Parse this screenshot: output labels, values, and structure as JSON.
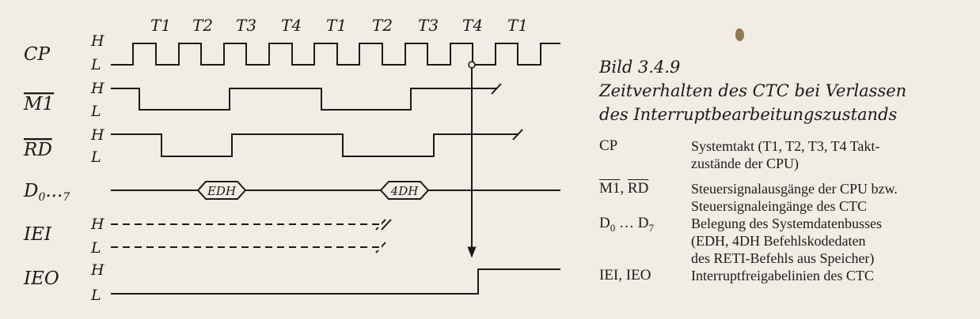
{
  "diagram": {
    "phase_labels": [
      "T1",
      "T2",
      "T3",
      "T4",
      "T1",
      "T2",
      "T3",
      "T4",
      "T1"
    ],
    "level_high": "H",
    "level_low": "L",
    "signals": [
      {
        "id": "cp",
        "label": "CP",
        "overline": false
      },
      {
        "id": "m1",
        "label": "M1",
        "overline": true
      },
      {
        "id": "rd",
        "label": "RD",
        "overline": true
      },
      {
        "id": "d",
        "label_main": "D",
        "sub0": "0",
        "dots": "...",
        "sub7": "7"
      },
      {
        "id": "iei",
        "label": "IEI",
        "overline": false
      },
      {
        "id": "ieo",
        "label": "IEO",
        "overline": false
      }
    ],
    "bus_values": [
      "EDH",
      "4DH"
    ]
  },
  "caption": {
    "figure_number": "Bild 3.4.9",
    "title_line1": "Zeitverhalten des CTC bei Verlassen",
    "title_line2": "des Interruptbearbeitungszustands"
  },
  "legend": [
    {
      "term": "CP",
      "desc": [
        "Systemtakt (T1, T2, T3, T4 Takt-",
        "zustände der CPU)"
      ]
    },
    {
      "term_a": "M1",
      "term_sep": ", ",
      "term_b": "RD",
      "desc": [
        "Steuersignalausgänge der CPU bzw.",
        "Steuersignaleingänge des CTC"
      ]
    },
    {
      "term_d": "D",
      "term_sub0": "0",
      "term_dots": " … ",
      "term_sub7": "7",
      "desc": [
        "Belegung des Systemdatenbusses",
        "(EDH, 4DH Befehlskodedaten",
        "des RETI-Befehls aus Speicher)"
      ]
    },
    {
      "term": "IEI, IEO",
      "desc": [
        "Interruptfreigabelinien des CTC"
      ]
    }
  ]
}
